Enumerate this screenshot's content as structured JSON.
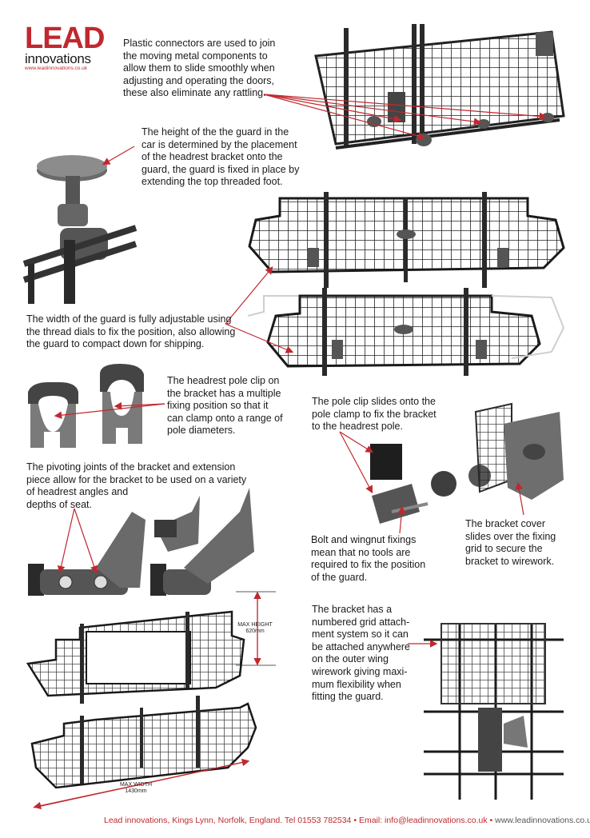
{
  "logo": {
    "brand": "LEAD",
    "sub": "innovations",
    "url": "www.leadinnovations.co.uk"
  },
  "texts": {
    "connectors": "Plastic connectors are used to join\nthe moving metal components to\nallow them to slide smoothly when\nadjusting and operating the doors,\nthese also eliminate any rattling.",
    "height": "The height of the the guard in the\ncar  is determined by the placement\nof the headrest bracket onto the\nguard, the guard is fixed in place by\nextending the top threaded foot.",
    "width": "The width of the guard is fully adjustable using\nthe thread dials to fix the position, also allowing\nthe guard to compact down for shipping.",
    "pole_clip": "The headrest pole clip on\nthe bracket has a multiple\nfixing position so that it\ncan clamp onto a range of\npole diameters.",
    "slides": "The pole clip slides onto the\npole clamp to fix the bracket\nto the headrest pole.",
    "pivot": "The pivoting joints of the bracket and extension\npiece allow for the bracket to be used on a variety\nof headrest angles and\ndepths of seat.",
    "bolt": "Bolt and wingnut fixings\nmean that no tools are\nrequired to fix the position\nof the guard.",
    "cover": "The bracket cover\nslides over the fixing\ngrid to secure the\nbracket to wirework.",
    "grid": "The bracket has a\nnumbered grid attach-\nment system so it can\nbe attached anywhere\non the outer wing\nwirework giving maxi-\nmum flexibility when\nfitting the guard."
  },
  "dimensions": {
    "height": "MAX HEIGHT\n620mm",
    "width": "MAX WIDTH\n1430mm"
  },
  "footer": {
    "address": "Lead innovations, Kings Lynn, Norfolk, England. Tel 01553 782534",
    "email": "Email: info@leadinnovations.co.uk",
    "web": "www.leadinnovations.co.uk"
  },
  "colors": {
    "brand_red": "#c0282f",
    "arrow_red": "#c0282f",
    "product": "#2a2a2a"
  }
}
